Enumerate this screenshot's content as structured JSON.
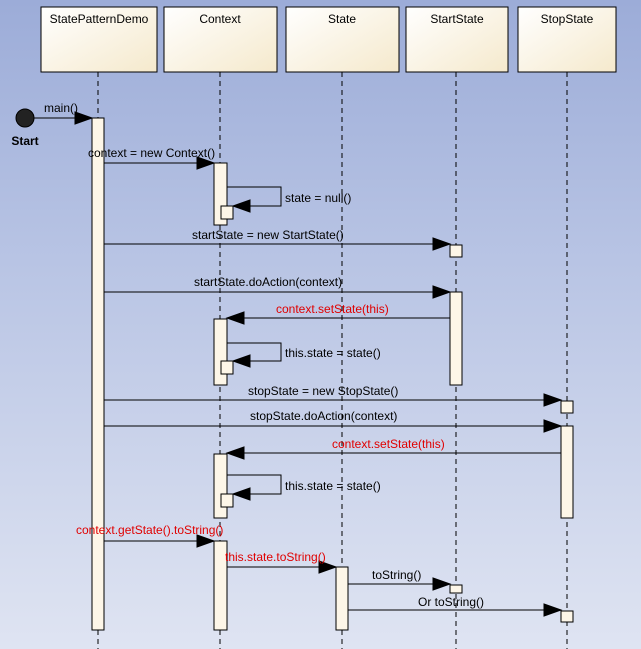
{
  "lifelines": [
    {
      "name": "StatePatternDemo"
    },
    {
      "name": "Context"
    },
    {
      "name": "State"
    },
    {
      "name": "StartState"
    },
    {
      "name": "StopState"
    }
  ],
  "start_label": "Start",
  "colors": {
    "header_fill": "#fdf6e3",
    "activation_fill": "#fdf6e8",
    "highlight_text": "#e00000",
    "normal_text": "#000000"
  },
  "messages": [
    {
      "label": "main()",
      "highlight": false
    },
    {
      "label": "context = new Context()",
      "highlight": false
    },
    {
      "label": "state = null()",
      "highlight": false
    },
    {
      "label": "startState = new StartState()",
      "highlight": false
    },
    {
      "label": "startState.doAction(context)",
      "highlight": false
    },
    {
      "label": "context.setState(this)",
      "highlight": true
    },
    {
      "label": "this.state = state()",
      "highlight": false
    },
    {
      "label": "stopState = new StopState()",
      "highlight": false
    },
    {
      "label": "stopState.doAction(context)",
      "highlight": false
    },
    {
      "label": "context.setState(this)",
      "highlight": true
    },
    {
      "label": "this.state = state()",
      "highlight": false
    },
    {
      "label": "context.getState().toString()",
      "highlight": true
    },
    {
      "label": "this.state.toString()",
      "highlight": true
    },
    {
      "label": "toString()",
      "highlight": false
    },
    {
      "label": "Or toString()",
      "highlight": false
    }
  ]
}
